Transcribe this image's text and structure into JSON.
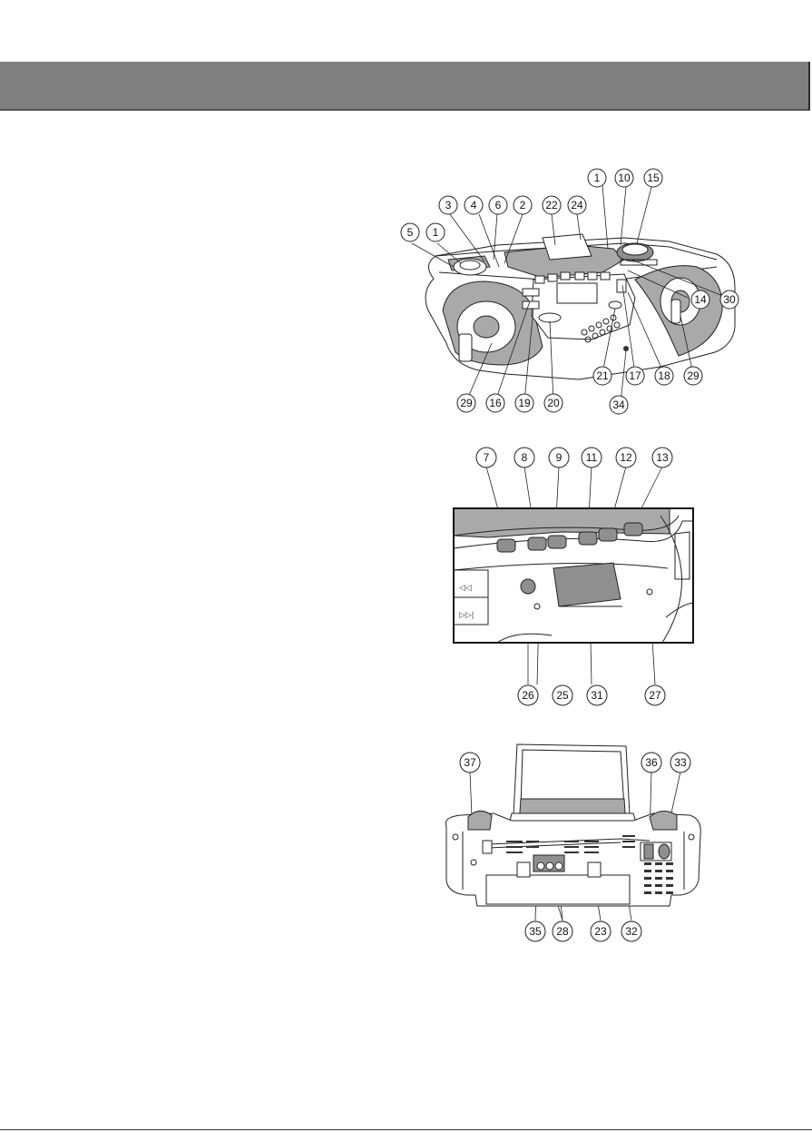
{
  "header": {
    "bar_color": "#808080"
  },
  "figures": {
    "front_view": {
      "callouts": [
        "1",
        "10",
        "15",
        "3",
        "4",
        "6",
        "2",
        "22",
        "24",
        "5",
        "1",
        "14",
        "30",
        "29",
        "16",
        "19",
        "20",
        "21",
        "17",
        "18",
        "29",
        "34"
      ]
    },
    "display_panel": {
      "callouts": [
        "7",
        "8",
        "9",
        "11",
        "12",
        "13",
        "26",
        "25",
        "31",
        "27"
      ],
      "panel_labels": {
        "rewind": "◁◁",
        "forward": "▷▷|"
      }
    },
    "rear_view": {
      "callouts": [
        "37",
        "36",
        "33",
        "35",
        "28",
        "23",
        "32"
      ]
    }
  }
}
